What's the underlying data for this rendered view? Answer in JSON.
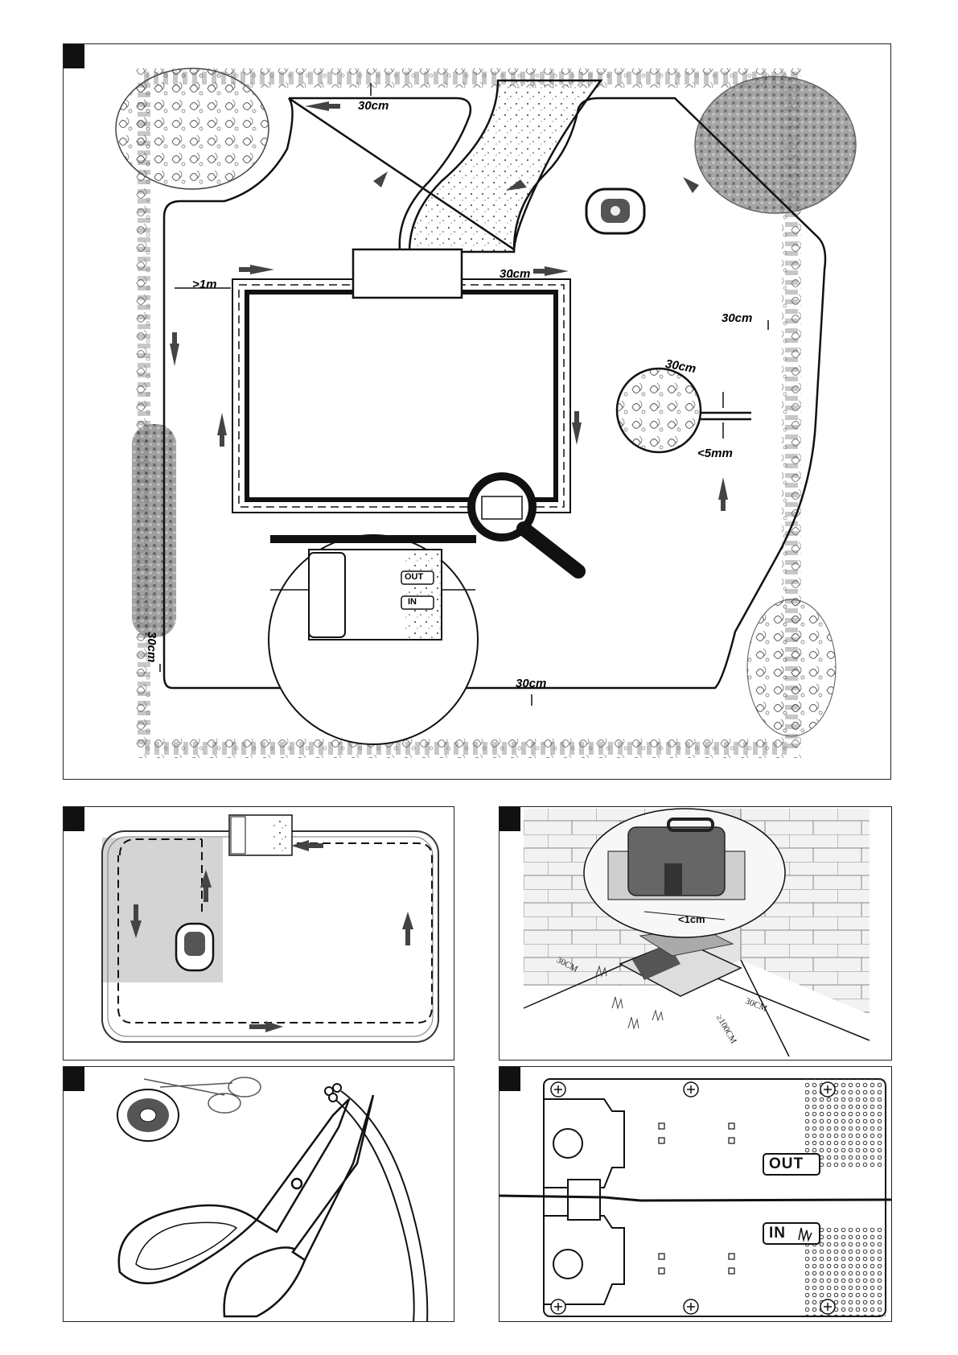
{
  "figure1": {
    "dist_top": "30cm",
    "dist_1m": ">1m",
    "dist_mid": "30cm",
    "dist_right": "30cm",
    "dist_circle": "30cm",
    "dist_gap": "<5mm",
    "dist_left": "30cm",
    "dist_bottom": "30cm",
    "station_out": "OUT",
    "station_in": "IN"
  },
  "figure3": {
    "dist_station": "<1cm",
    "dist_back": "30CM",
    "dist_side": "30CM",
    "dist_front": "≥100CM"
  },
  "figure5": {
    "label_out": "OUT",
    "label_in": "IN"
  },
  "colors": {
    "line": "#111111",
    "arrow": "#444444",
    "shade": "#d4d4d4",
    "station": "#555555"
  }
}
